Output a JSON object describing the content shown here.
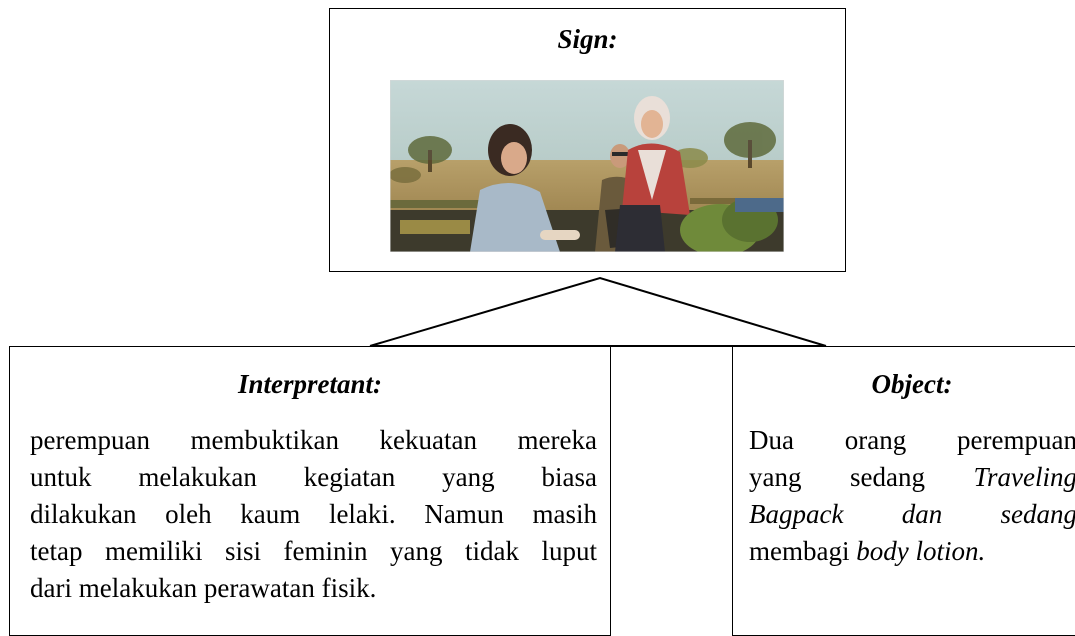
{
  "sign": {
    "title": "Sign:",
    "image": {
      "colors": {
        "sky": "#a9c3c6",
        "savanna": "#b49a63",
        "jacket_red": "#b8423c",
        "denim": "#a8b9c8",
        "backpack_green": "#6f8a3a"
      }
    }
  },
  "interpretant": {
    "title": "Interpretant:",
    "lines": [
      "perempuan membuktikan kekuatan mereka",
      "untuk melakukan kegiatan yang biasa",
      "dilakukan oleh kaum lelaki. Namun masih",
      "tetap memiliki sisi feminin yang tidak luput",
      "dari melakukan perawatan fisik."
    ]
  },
  "object": {
    "title": "Object:",
    "line1": "Dua orang perempuan",
    "line2_plain": "yang sedang ",
    "line2_italic": "Traveling",
    "line3_italic": "Bagpack dan sedang",
    "line4_plain": "membagi ",
    "line4_italic": "body lotion."
  }
}
